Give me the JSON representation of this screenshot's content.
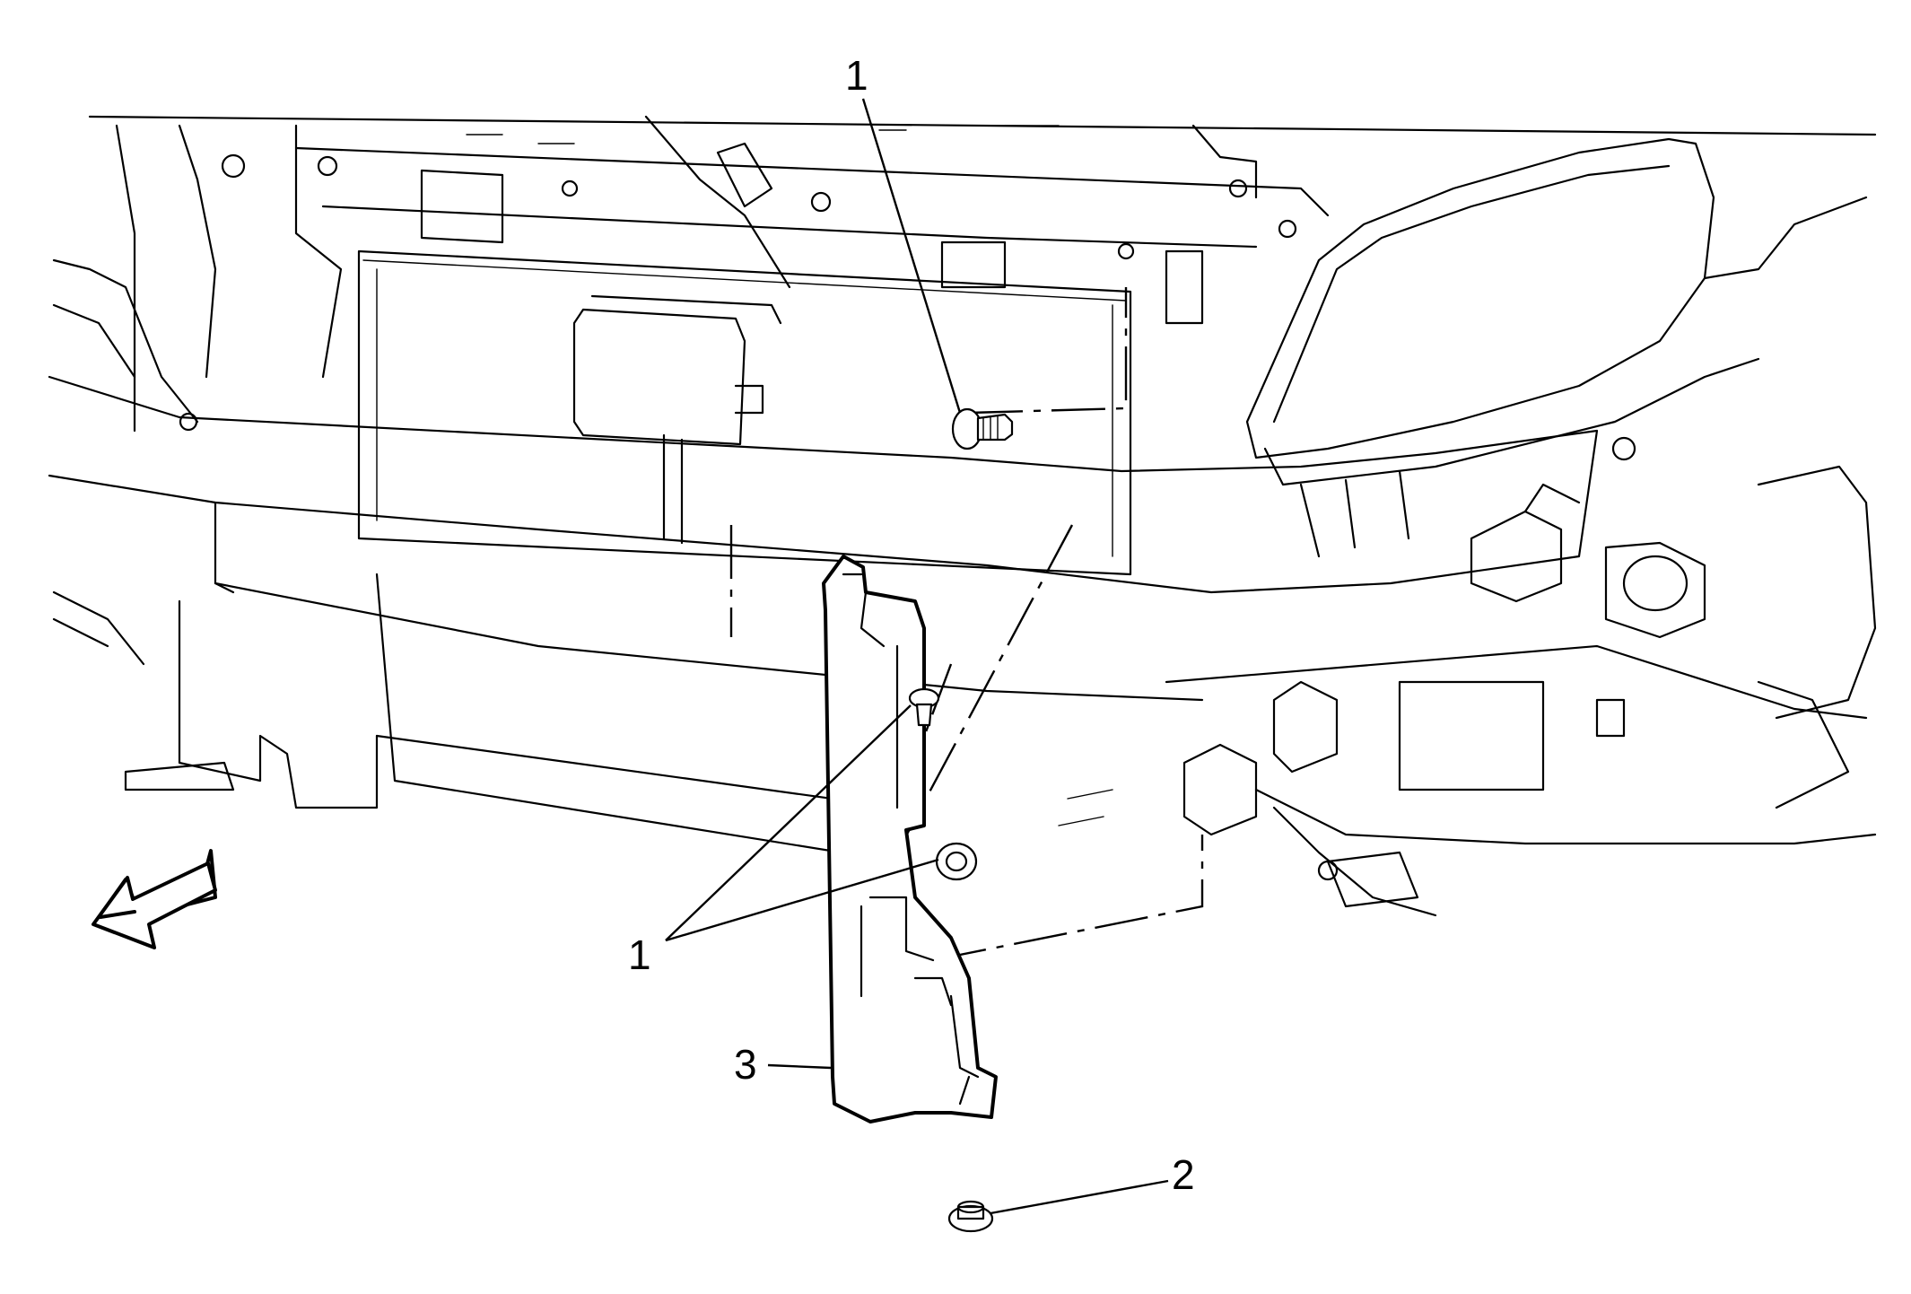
{
  "diagram": {
    "callouts": [
      {
        "id": "c1-top",
        "label": "1"
      },
      {
        "id": "c1-bottom",
        "label": "1"
      },
      {
        "id": "c2",
        "label": "2"
      },
      {
        "id": "c3",
        "label": "3"
      }
    ],
    "colors": {
      "line": "#000000",
      "background": "#ffffff"
    },
    "icons": [
      "front-direction-arrow-icon"
    ]
  }
}
